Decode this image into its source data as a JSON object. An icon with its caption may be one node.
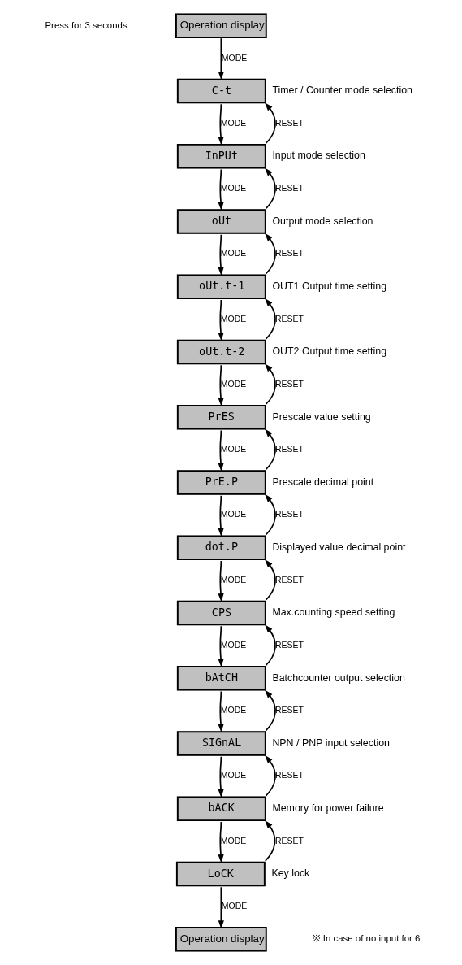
{
  "diagram": {
    "nodes": [
      {
        "text": [
          "Operation display"
        ]
      },
      {
        "text": [
          "C-t"
        ],
        "beside": [
          "Timer / Counter mode selection"
        ]
      },
      {
        "text": [
          "InPUt"
        ],
        "beside": [
          "Input mode selection"
        ]
      },
      {
        "text": [
          "oUt"
        ],
        "beside": [
          "Output mode selection"
        ]
      },
      {
        "text": [
          "oUt.t-1"
        ],
        "beside": [
          "OUT1 Output time setting"
        ]
      },
      {
        "text": [
          "oUt.t-2"
        ],
        "beside": [
          "OUT2 Output time setting"
        ]
      },
      {
        "text": [
          "PrES"
        ],
        "beside": [
          "Prescale value setting"
        ]
      },
      {
        "text": [
          "PrE.P"
        ],
        "beside": [
          "Prescale decimal point"
        ]
      },
      {
        "text": [
          "dot.P"
        ],
        "beside": [
          "Displayed value decimal point"
        ]
      },
      {
        "text": [
          "CPS"
        ],
        "beside": [
          "Max.counting speed setting"
        ]
      },
      {
        "text": [
          "bAtCH"
        ],
        "beside": [
          "Batchcounter output selection"
        ]
      },
      {
        "text": [
          "SIGnAL"
        ],
        "beside": [
          "NPN / PNP input selection"
        ]
      },
      {
        "text": [
          "bACK"
        ],
        "beside": [
          "Memory for power failure"
        ]
      },
      {
        "text": [
          "LoCK"
        ],
        "beside": [
          "Key lock"
        ]
      },
      {
        "text": [
          "Operation display"
        ]
      }
    ],
    "edges": [
      {
        "from": 0,
        "to": 1,
        "arrow": "to",
        "label": "MODE"
      },
      {
        "from": 1,
        "to": 2,
        "arrow": "to",
        "label": "MODE"
      },
      {
        "from": 2,
        "to": 1,
        "arrow": "to",
        "label": "RESET"
      },
      {
        "from": 2,
        "to": 3,
        "arrow": "to",
        "label": "MODE"
      },
      {
        "from": 3,
        "to": 2,
        "arrow": "to",
        "label": "RESET"
      },
      {
        "from": 3,
        "to": 4,
        "arrow": "to",
        "label": "MODE"
      },
      {
        "from": 4,
        "to": 3,
        "arrow": "to",
        "label": "RESET"
      },
      {
        "from": 4,
        "to": 5,
        "arrow": "to",
        "label": "MODE"
      },
      {
        "from": 5,
        "to": 4,
        "arrow": "to",
        "label": "RESET"
      },
      {
        "from": 5,
        "to": 6,
        "arrow": "to",
        "label": "MODE"
      },
      {
        "from": 6,
        "to": 5,
        "arrow": "to",
        "label": "RESET"
      },
      {
        "from": 6,
        "to": 7,
        "arrow": "to",
        "label": "MODE"
      },
      {
        "from": 7,
        "to": 6,
        "arrow": "to",
        "label": "RESET"
      },
      {
        "from": 7,
        "to": 8,
        "arrow": "to",
        "label": "MODE"
      },
      {
        "from": 8,
        "to": 7,
        "arrow": "to",
        "label": "RESET"
      },
      {
        "from": 8,
        "to": 9,
        "arrow": "to",
        "label": "MODE"
      },
      {
        "from": 9,
        "to": 8,
        "arrow": "to",
        "label": "RESET"
      },
      {
        "from": 9,
        "to": 10,
        "arrow": "to",
        "label": "MODE"
      },
      {
        "from": 10,
        "to": 9,
        "arrow": "to",
        "label": "RESET"
      },
      {
        "from": 10,
        "to": 11,
        "arrow": "to",
        "label": "MODE"
      },
      {
        "from": 11,
        "to": 10,
        "arrow": "to",
        "label": "RESET"
      },
      {
        "from": 11,
        "to": 12,
        "arrow": "to",
        "label": "MODE"
      },
      {
        "from": 12,
        "to": 11,
        "arrow": "to",
        "label": "RESET"
      },
      {
        "from": 12,
        "to": 13,
        "arrow": "to",
        "label": "MODE"
      },
      {
        "from": 13,
        "to": 12,
        "arrow": "to",
        "label": "RESET"
      },
      {
        "from": 13,
        "to": 14,
        "arrow": "to",
        "label": "MODE"
      }
    ],
    "labels": [
      "Press for 3 seconds",
      "※ In case of no input for 6"
    ]
  }
}
